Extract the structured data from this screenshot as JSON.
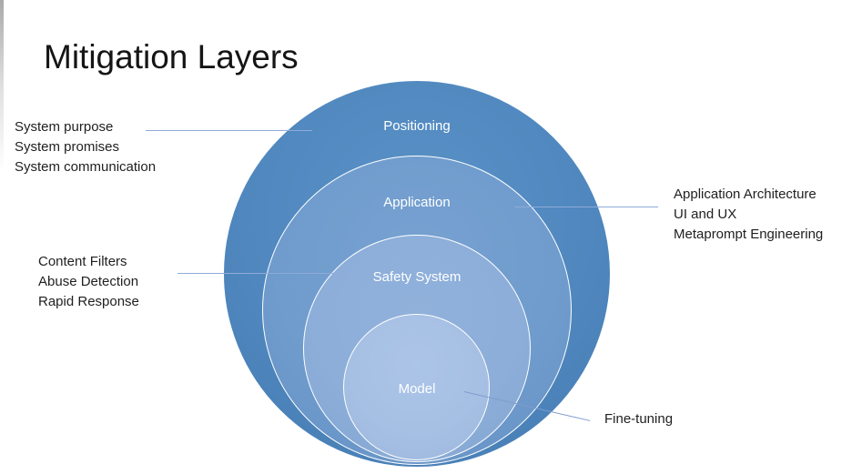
{
  "slide": {
    "title": "Mitigation Layers"
  },
  "diagram": {
    "type": "nested-circles",
    "layers": [
      {
        "label": "Positioning",
        "fill": "#548dc2"
      },
      {
        "label": "Application",
        "fill": "#6f9ccd"
      },
      {
        "label": "Safety System",
        "fill": "#8caed9"
      },
      {
        "label": "Model",
        "fill": "#a6c0e4"
      }
    ],
    "annotations": [
      {
        "side": "left",
        "lines": [
          "System purpose",
          "System promises",
          "System communication"
        ]
      },
      {
        "side": "right",
        "lines": [
          "Application Architecture",
          "UI and UX",
          "Metaprompt Engineering"
        ]
      },
      {
        "side": "left",
        "lines": [
          "Content Filters",
          "Abuse Detection",
          "Rapid Response"
        ]
      },
      {
        "side": "right",
        "lines": [
          "Fine-tuning"
        ]
      }
    ],
    "colors": {
      "connector_line": "#8fabd8",
      "circle_outline": "#ffffff",
      "layer_label_text": "#ffffff",
      "annotation_text": "#1f1f1f",
      "title_text": "#151515"
    }
  }
}
